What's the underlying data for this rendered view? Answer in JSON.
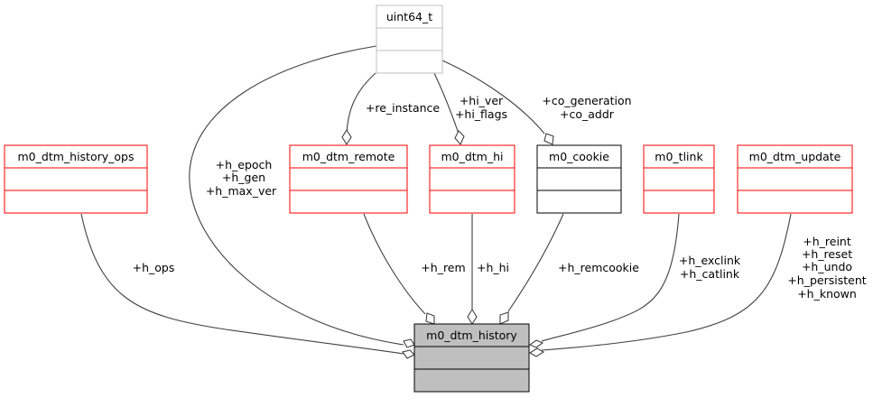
{
  "diagram": {
    "title": "Collaboration diagram for m0_dtm_history",
    "colors": {
      "focus_fill": "#bfbfbf",
      "focus_border": "#000000",
      "undocumented_border": "#ff0000",
      "documented_border": "#000000",
      "external_border": "#bfbfbf",
      "edge": "#404040"
    },
    "nodes": {
      "uint64_t": {
        "name": "uint64_t",
        "kind": "external"
      },
      "history_ops": {
        "name": "m0_dtm_history_ops",
        "kind": "undocumented"
      },
      "remote": {
        "name": "m0_dtm_remote",
        "kind": "undocumented"
      },
      "hi": {
        "name": "m0_dtm_hi",
        "kind": "undocumented"
      },
      "cookie": {
        "name": "m0_cookie",
        "kind": "documented"
      },
      "tlink": {
        "name": "m0_tlink",
        "kind": "undocumented"
      },
      "update": {
        "name": "m0_dtm_update",
        "kind": "undocumented"
      },
      "history": {
        "name": "m0_dtm_history",
        "kind": "focus"
      }
    },
    "edges": [
      {
        "from": "uint64_t",
        "to": "history",
        "labels": [
          "+h_epoch",
          "+h_gen",
          "+h_max_ver"
        ]
      },
      {
        "from": "uint64_t",
        "to": "remote",
        "labels": [
          "+re_instance"
        ]
      },
      {
        "from": "uint64_t",
        "to": "hi",
        "labels": [
          "+hi_ver",
          "+hi_flags"
        ]
      },
      {
        "from": "uint64_t",
        "to": "cookie",
        "labels": [
          "+co_generation",
          "+co_addr"
        ]
      },
      {
        "from": "history_ops",
        "to": "history",
        "labels": [
          "+h_ops"
        ]
      },
      {
        "from": "remote",
        "to": "history",
        "labels": [
          "+h_rem"
        ]
      },
      {
        "from": "hi",
        "to": "history",
        "labels": [
          "+h_hi"
        ]
      },
      {
        "from": "cookie",
        "to": "history",
        "labels": [
          "+h_remcookie"
        ]
      },
      {
        "from": "tlink",
        "to": "history",
        "labels": [
          "+h_exclink",
          "+h_catlink"
        ]
      },
      {
        "from": "update",
        "to": "history",
        "labels": [
          "+h_reint",
          "+h_reset",
          "+h_undo",
          "+h_persistent",
          "+h_known"
        ]
      }
    ]
  }
}
